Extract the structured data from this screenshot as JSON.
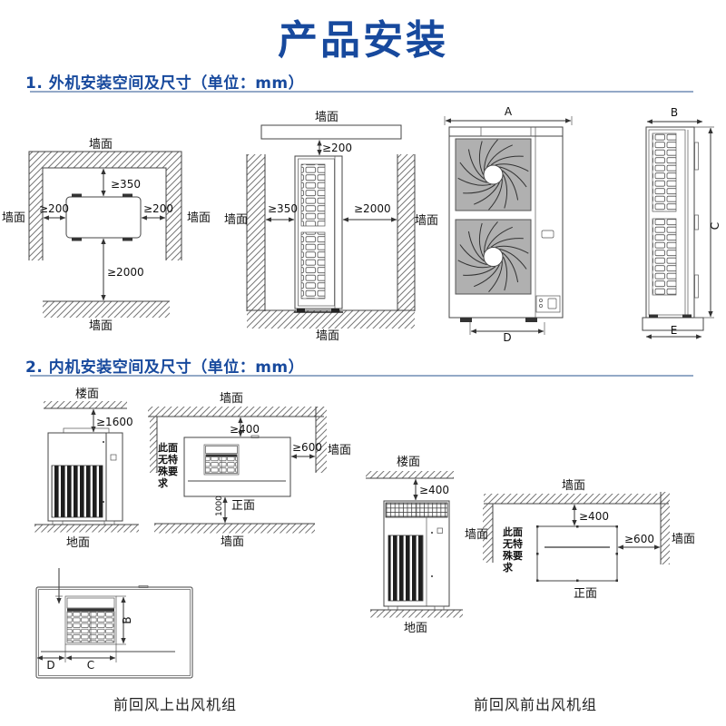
{
  "page": {
    "title": "产品安装"
  },
  "sections": [
    {
      "heading": "1. 外机安装空间及尺寸（单位：mm）"
    },
    {
      "heading": "2. 内机安装空间及尺寸（单位：mm）"
    }
  ],
  "labels": {
    "wall": "墙面",
    "ceiling": "楼面",
    "ground": "地面",
    "front": "正面",
    "no_special_req": "此面无特殊要求",
    "caption_top_outlet": "前回风上出风机组",
    "caption_front_outlet": "前回风前出风机组"
  },
  "dims": {
    "outdoor_top_view": {
      "top": "≥350",
      "left": "≥200",
      "right": "≥200",
      "bottom": "≥2000"
    },
    "outdoor_side_view": {
      "top": "≥200",
      "left": "≥350",
      "right": "≥2000"
    },
    "outdoor_front": {
      "width": "A",
      "base": "D"
    },
    "outdoor_side": {
      "width": "B",
      "height": "C",
      "base": "E"
    },
    "indoor_top_outlet_side": {
      "top": "≥1600"
    },
    "indoor_top_outlet_plan": {
      "top": "≥400",
      "right": "≥600",
      "front": "1000"
    },
    "indoor_unit_plan": {
      "left": "D",
      "grille_w": "C",
      "grille_h": "B"
    },
    "indoor_front_outlet_side": {
      "top": "≥400"
    },
    "indoor_front_outlet_plan": {
      "top": "≥400",
      "right": "≥600"
    }
  },
  "colors": {
    "accent": "#17499d",
    "rule": "#93a9c7",
    "line": "#444444"
  }
}
